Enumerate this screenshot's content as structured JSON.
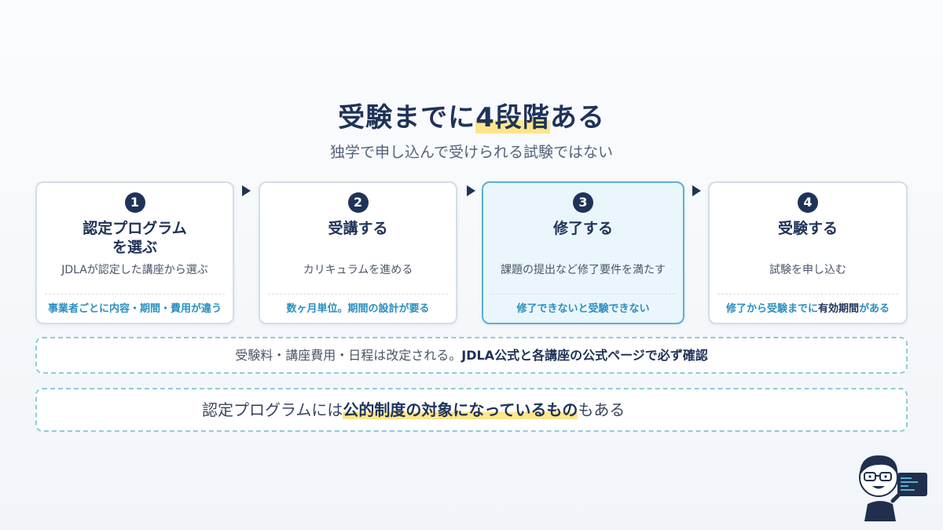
{
  "header": {
    "title_pre": "受験までに",
    "title_highlight": "4段階",
    "title_post": "ある",
    "subtitle": "独学で申し込んで受けられる試験ではない"
  },
  "steps": [
    {
      "number": "1",
      "title_line1": "認定プログラム",
      "title_line2": "を選ぶ",
      "desc": "JDLAが認定した講座から選ぶ",
      "note": "事業者ごとに内容・期間・費用が違う"
    },
    {
      "number": "2",
      "title_line1": "受講する",
      "title_line2": "",
      "desc": "カリキュラムを進める",
      "note": "数ヶ月単位。期間の設計が要る"
    },
    {
      "number": "3",
      "title_line1": "修了する",
      "title_line2": "",
      "desc": "課題の提出など修了要件を満たす",
      "note": "修了できないと受験できない"
    },
    {
      "number": "4",
      "title_line1": "受験する",
      "title_line2": "",
      "desc": "試験を申し込む",
      "note_pre": "修了から受験までに",
      "note_strong": "有効期間",
      "note_post": "がある"
    }
  ],
  "notice": {
    "text": "受験料・講座費用・日程は改定される。",
    "strong": "JDLA公式と各講座の公式ページで必ず確認"
  },
  "notice2": {
    "pre": "認定プログラムには",
    "highlight": "公的制度の対象になっているもの",
    "post": "もある"
  },
  "colors": {
    "navy": "#1f3358",
    "accent_blue": "#2b8fc0",
    "active_border": "#5bb0d0",
    "active_bg": "#eaf6fb",
    "highlight": "#fde68a",
    "dashed_border": "#8fcbd9"
  }
}
